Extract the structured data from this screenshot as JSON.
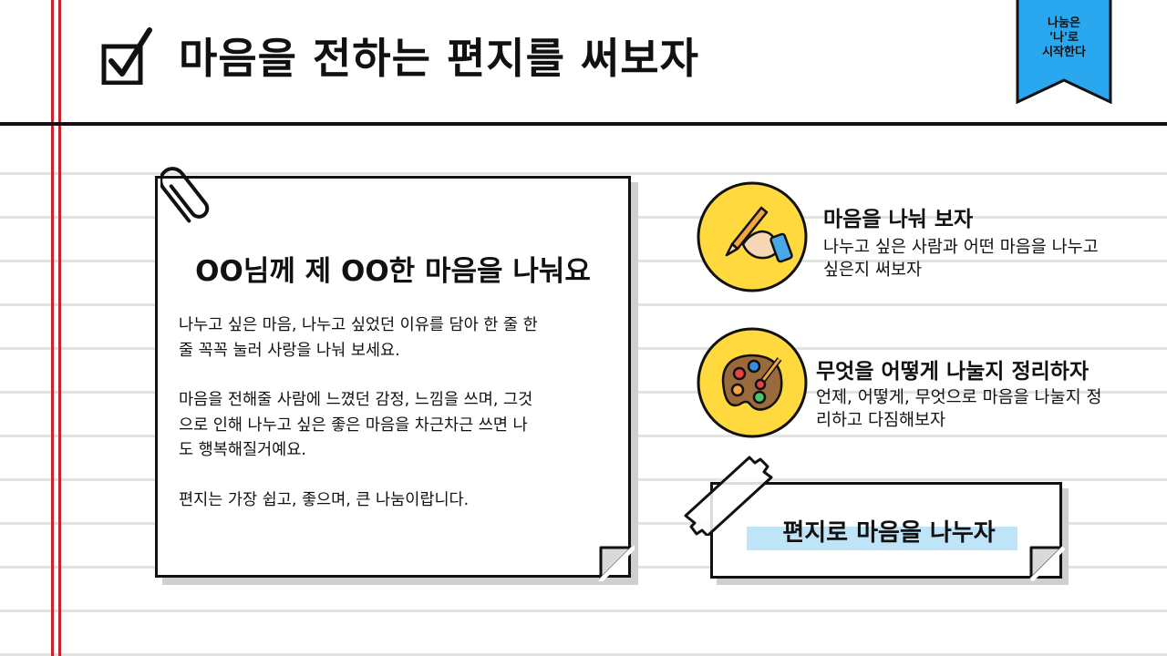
{
  "header": {
    "title": "마음을 전하는 편지를 써보자",
    "check_icon": "checkbox-checked-icon"
  },
  "ribbon": {
    "lines": [
      "나눔은",
      "'나'로",
      "시작한다"
    ],
    "color": "#29a8f0"
  },
  "note_card": {
    "title": "OO님께 제 OO한 마음을 나눠요",
    "paragraphs": [
      "나누고 싶은 마음, 나누고 싶었던 이유를 담아 한 줄 한\n줄 꼭꼭 눌러 사랑을 나눠 보세요.",
      "마음을 전해줄 사람에 느꼈던 감정, 느낌을 쓰며, 그것\n으로 인해 나누고 싶은 좋은 마음을 차근차근 쓰면 나\n도 행복해질거예요.",
      "편지는 가장 쉽고, 좋으며, 큰 나눔이랍니다."
    ]
  },
  "features": [
    {
      "icon": "hand-writing-pencil-icon",
      "title": "마음을 나눠 보자",
      "desc": "나누고 싶은 사람과 어떤 마음을 나누고\n싶은지 써보자"
    },
    {
      "icon": "paint-palette-icon",
      "title": "무엇을 어떻게 나눌지 정리하자",
      "desc": "언제, 어떻게, 무엇으로 마음을 나눌지 정\n리하고 다짐해보자"
    }
  ],
  "label_card": {
    "text": "편지로 마음을 나누자",
    "highlight_color": "#bfe4f8"
  },
  "colors": {
    "accent_yellow": "#ffd93d",
    "margin_red": "#c8222c",
    "ribbon_blue": "#29a8f0"
  }
}
